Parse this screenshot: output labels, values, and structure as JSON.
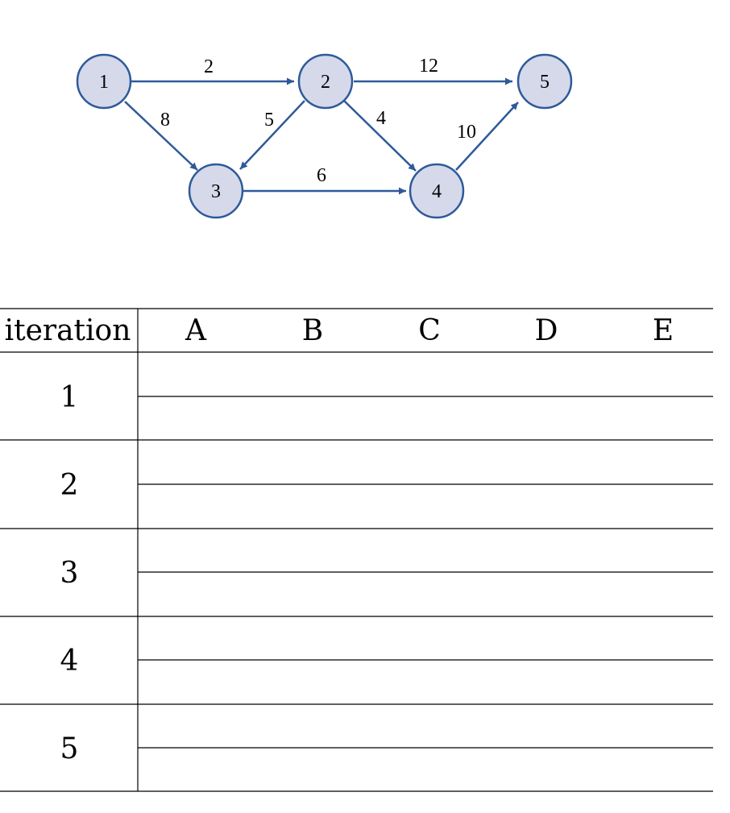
{
  "graph": {
    "nodes": [
      {
        "id": "1",
        "label": "1"
      },
      {
        "id": "2",
        "label": "2"
      },
      {
        "id": "3",
        "label": "3"
      },
      {
        "id": "4",
        "label": "4"
      },
      {
        "id": "5",
        "label": "5"
      }
    ],
    "edges": [
      {
        "from": "1",
        "to": "2",
        "weight": "2"
      },
      {
        "from": "2",
        "to": "5",
        "weight": "12"
      },
      {
        "from": "1",
        "to": "3",
        "weight": "8"
      },
      {
        "from": "2",
        "to": "3",
        "weight": "5"
      },
      {
        "from": "2",
        "to": "4",
        "weight": "4"
      },
      {
        "from": "4",
        "to": "5",
        "weight": "10"
      },
      {
        "from": "3",
        "to": "4",
        "weight": "6"
      }
    ]
  },
  "table": {
    "header": [
      "iteration",
      "A",
      "B",
      "C",
      "D",
      "E"
    ],
    "iterations": [
      "1",
      "2",
      "3",
      "4",
      "5"
    ]
  }
}
